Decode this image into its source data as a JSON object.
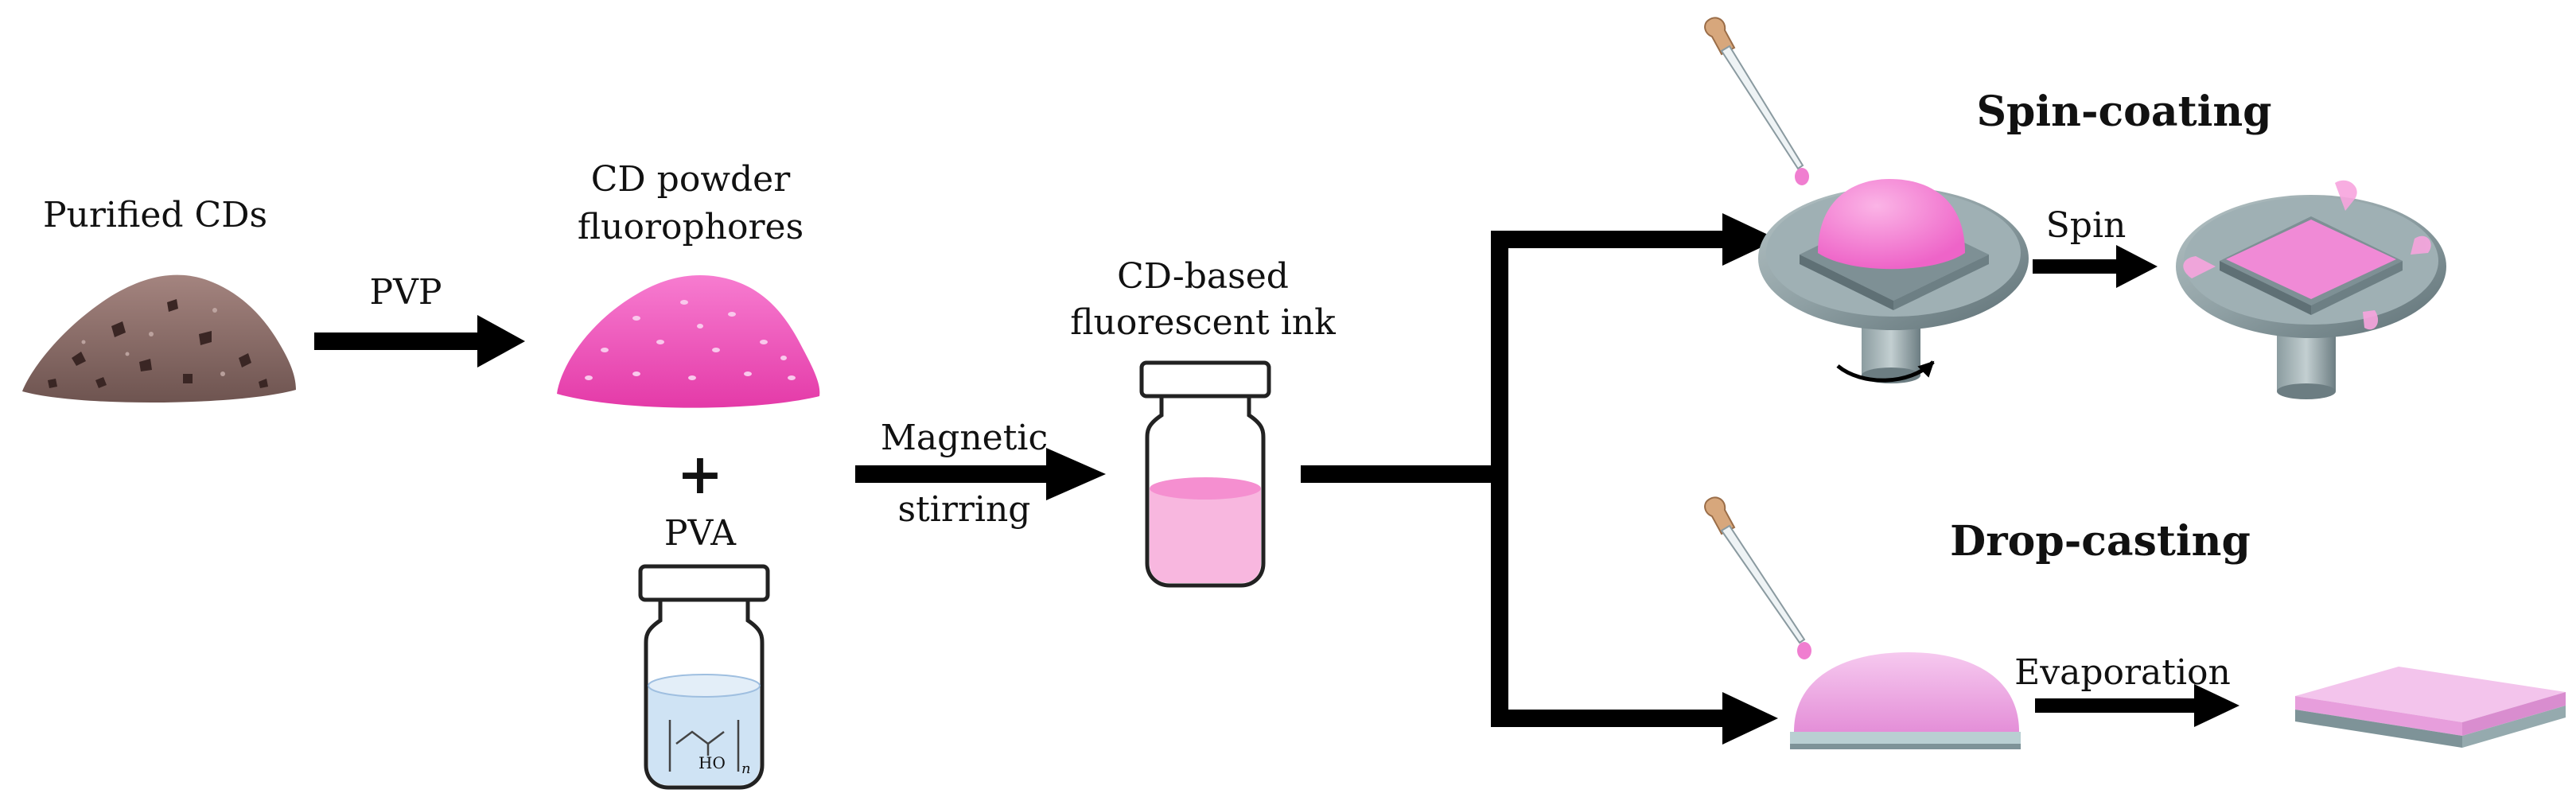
{
  "labels": {
    "purified_cds": "Purified CDs",
    "pvp": "PVP",
    "cd_powder_line1": "CD powder",
    "cd_powder_line2": "fluorophores",
    "plus": "+",
    "pva": "PVA",
    "magnetic": "Magnetic",
    "stirring": "stirring",
    "ink_line1": "CD-based",
    "ink_line2": "fluorescent ink",
    "spin_coating": "Spin-coating",
    "spin": "Spin",
    "drop_casting": "Drop-casting",
    "evaporation": "Evaporation",
    "pva_formula_ho": "HO",
    "pva_formula_n": "n"
  },
  "colors": {
    "arrow": "#000000",
    "brown_powder": "#8a6a66",
    "pink_powder": "#ee4fb8",
    "ink_pink": "#f6a8d8",
    "drop_pink": "#f07ed0",
    "film_pink": "#f2b8e8",
    "disk_gray": "#8c9ea2",
    "vial_water": "#cfe3f4",
    "dropper_tan": "#d7a77c",
    "substrate": "#b9cfd2"
  },
  "icons": {
    "brown_pile": "powder-pile-icon",
    "pink_pile": "powder-pile-icon",
    "pva_vial": "vial-icon",
    "ink_vial": "vial-icon",
    "dropper": "dropper-icon",
    "spin_coater": "spin-coater-icon",
    "film": "film-icon"
  }
}
